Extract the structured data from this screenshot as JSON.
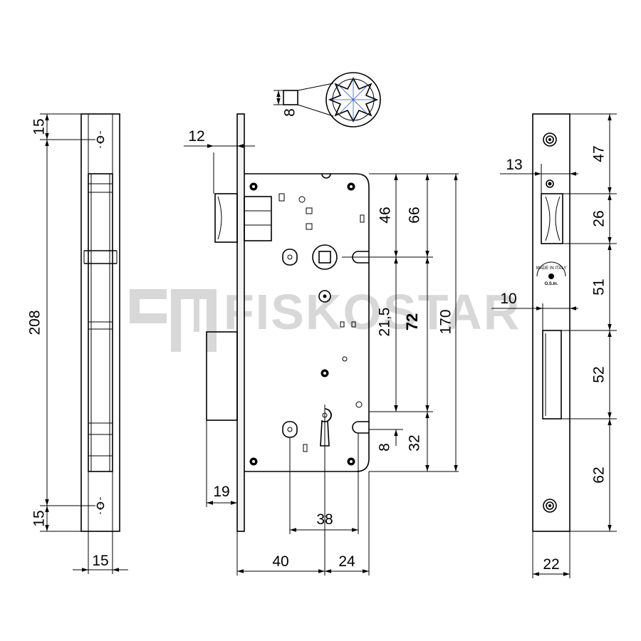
{
  "watermark": {
    "brand": "FISKOSTAR"
  },
  "stamp": {
    "text": "MADE IN ITALY",
    "maker": "O.S.In."
  },
  "dimensions": {
    "faceplate_top_offset": "15",
    "faceplate_length": "208",
    "faceplate_bottom_offset": "15",
    "faceplate_width": "15",
    "bolt_projection": "12",
    "latch_to_handle": "46",
    "top_to_handle": "66",
    "handle_to_mid": "21,5",
    "center_distance": "72",
    "case_height": "170",
    "key_offset": "8",
    "key_to_bottom": "32",
    "bolt_width": "19",
    "hole_spacing": "38",
    "backset": "40",
    "key_edge": "24",
    "strike_top": "47",
    "strike_inner_offset": "13",
    "strike_latch_window": "26",
    "strike_gap": "51",
    "strike_slot_offset": "10",
    "strike_bolt_window": "52",
    "strike_bottom": "62",
    "strike_width": "22",
    "spindle": "8"
  }
}
